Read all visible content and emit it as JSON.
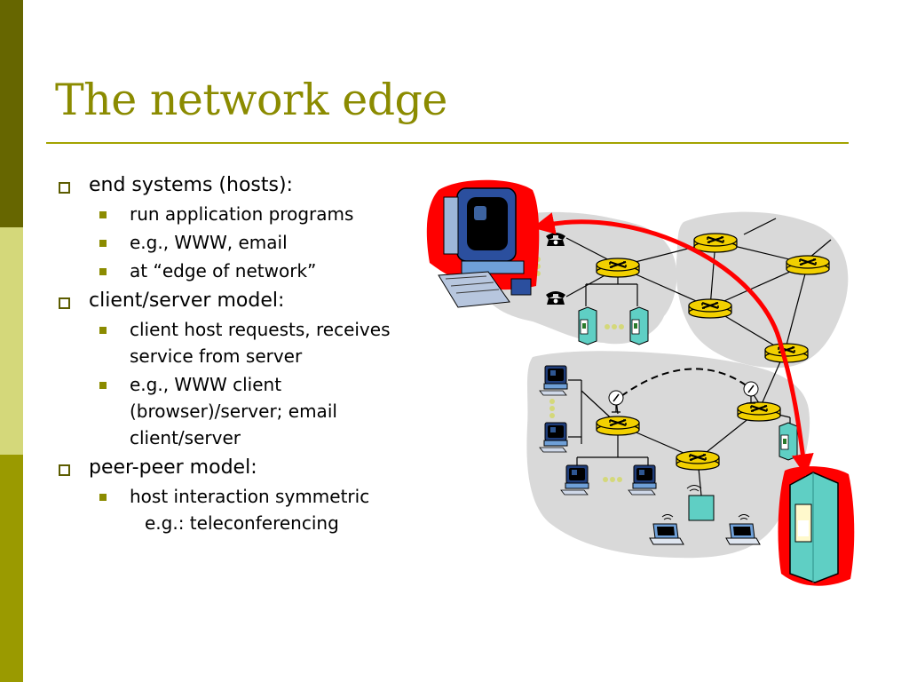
{
  "slide": {
    "title": "The network edge",
    "bullets": [
      {
        "text": "end systems (hosts):",
        "sub": [
          "run application programs",
          "e.g., WWW, email",
          "at “edge of network”"
        ]
      },
      {
        "text": "client/server model:",
        "sub": [
          "client host requests, receives service from server",
          "e.g., WWW client (browser)/server; email client/server"
        ]
      },
      {
        "text": "peer-peer model:",
        "sub": [
          "host interaction symmetric"
        ],
        "continuation": "e.g.: teleconferencing"
      }
    ]
  },
  "colors": {
    "title": "#8b8b00",
    "router": "#f2d000",
    "cloud": "#d9d9d9",
    "highlight": "#ff0000",
    "server": "#5fcfc4"
  },
  "diagram": {
    "icons": [
      "desktop-computer-icon",
      "telephone-icon",
      "router-icon",
      "server-icon",
      "laptop-icon",
      "satellite-dish-icon",
      "wireless-access-point-icon"
    ]
  }
}
